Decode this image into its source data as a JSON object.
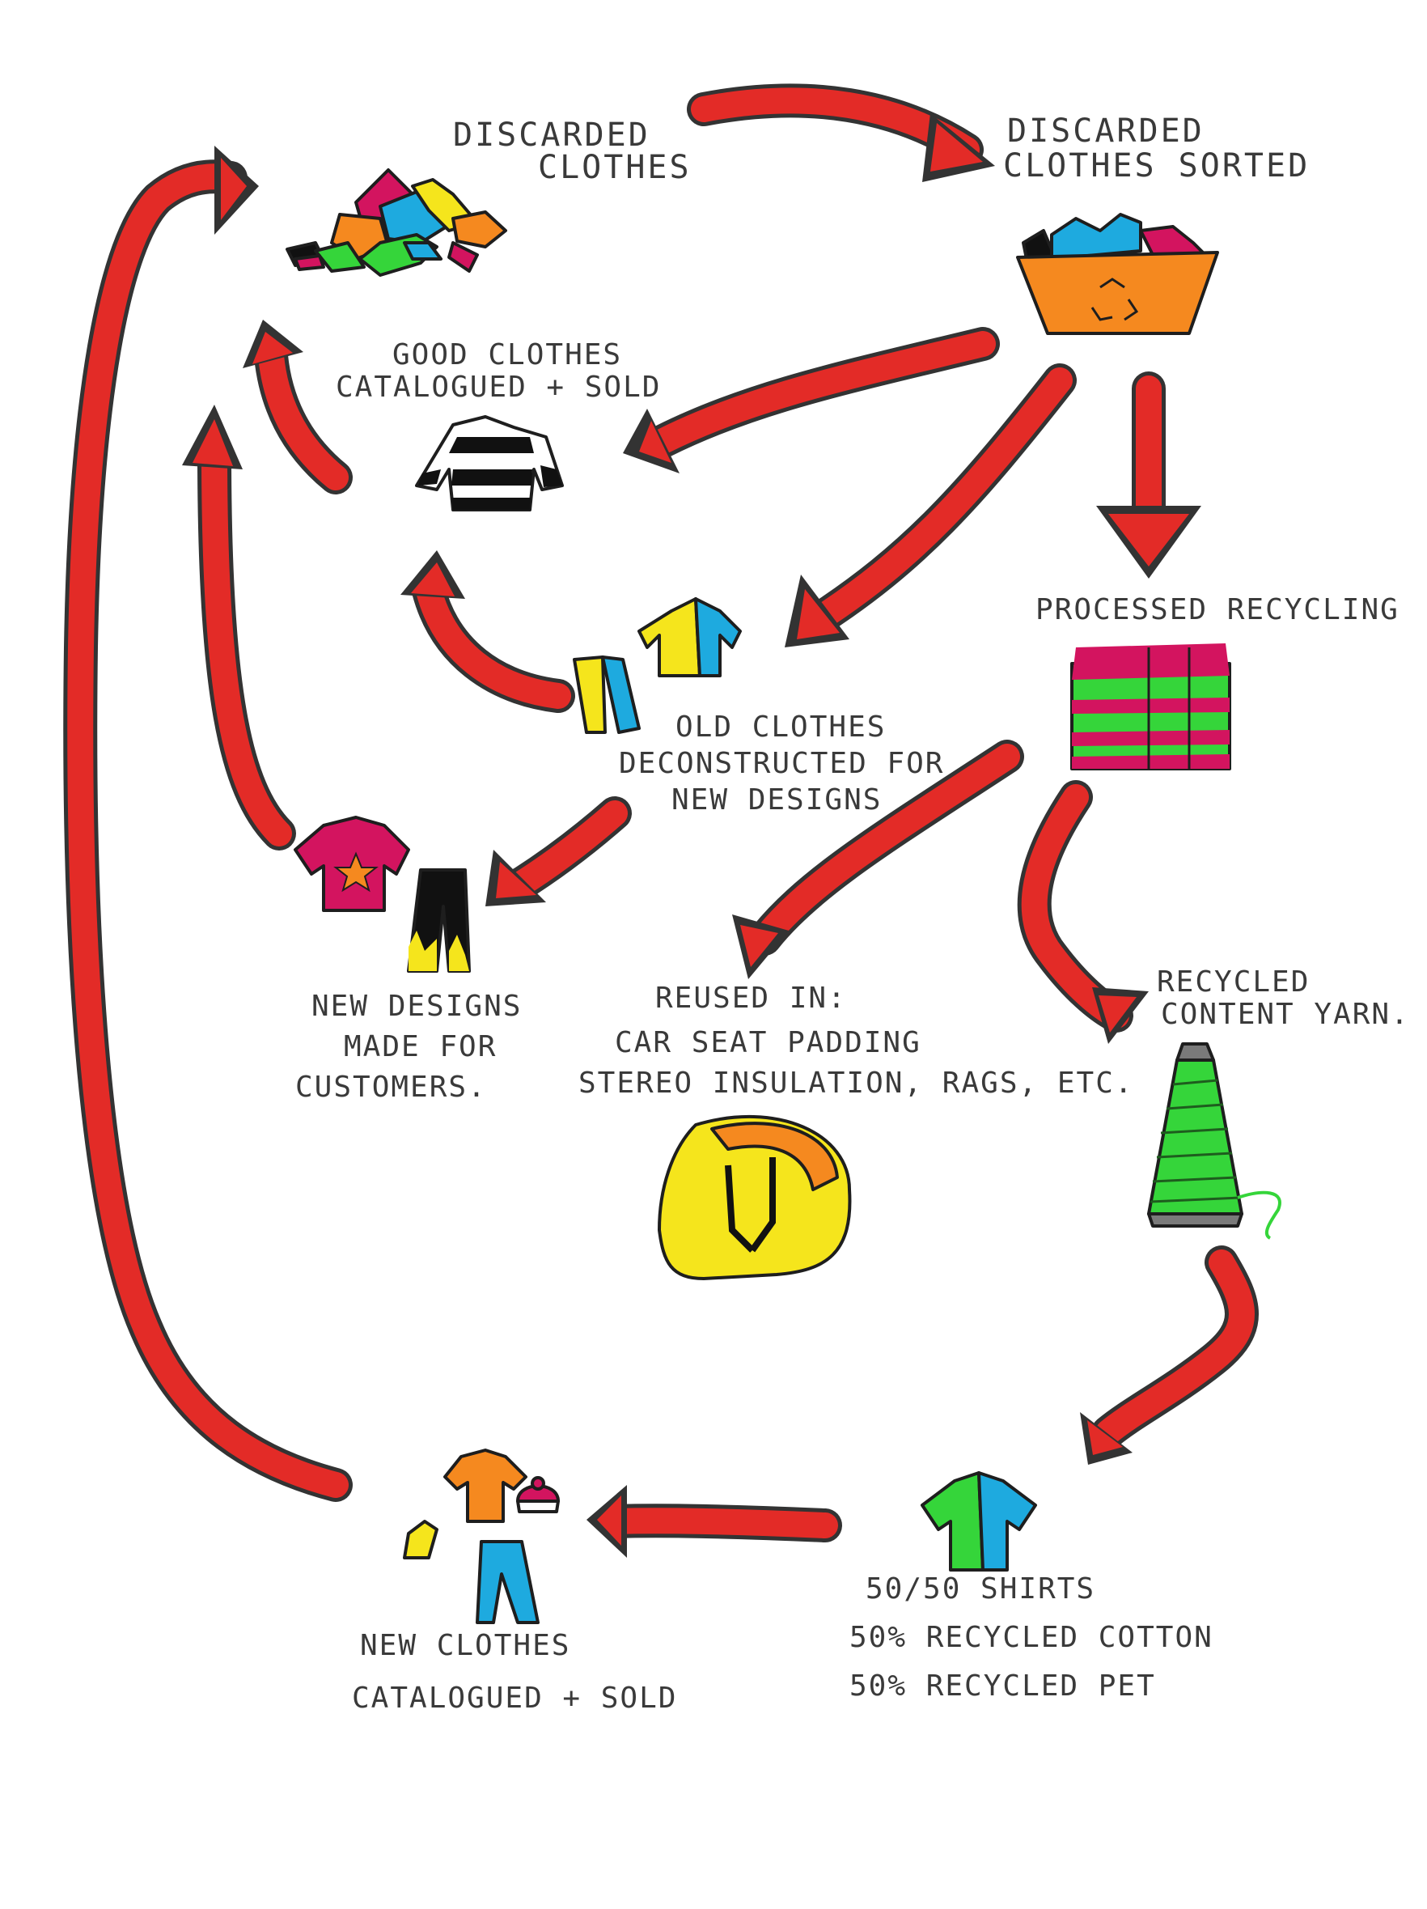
{
  "nodes": {
    "discarded_clothes": [
      "DISCARDED",
      "CLOTHES"
    ],
    "discarded_sorted": [
      "DISCARDED",
      "CLOTHES SORTED"
    ],
    "good_clothes": [
      "GOOD CLOTHES",
      "CATALOGUED + SOLD"
    ],
    "processed_recycling": [
      "PROCESSED RECYCLING"
    ],
    "old_clothes": [
      "OLD CLOTHES",
      "DECONSTRUCTED FOR",
      "NEW DESIGNS"
    ],
    "new_designs": [
      "NEW DESIGNS",
      "MADE FOR",
      "CUSTOMERS."
    ],
    "reused_in": [
      "REUSED IN:",
      "CAR SEAT PADDING",
      "STEREO INSULATION, RAGS, ETC."
    ],
    "recycled_yarn": [
      "RECYCLED",
      "CONTENT YARN."
    ],
    "shirts": [
      "50/50 SHIRTS",
      "50% RECYCLED COTTON",
      "50% RECYCLED PET"
    ],
    "new_clothes": [
      "NEW CLOTHES",
      "CATALOGUED + SOLD"
    ]
  },
  "colors": {
    "arrow": "#e32b27",
    "outline": "#333333",
    "pink": "#d3145f",
    "cyan": "#1eaadf",
    "yellow": "#f5e51c",
    "orange": "#f5891f",
    "green": "#35d53a",
    "black": "#111111"
  }
}
